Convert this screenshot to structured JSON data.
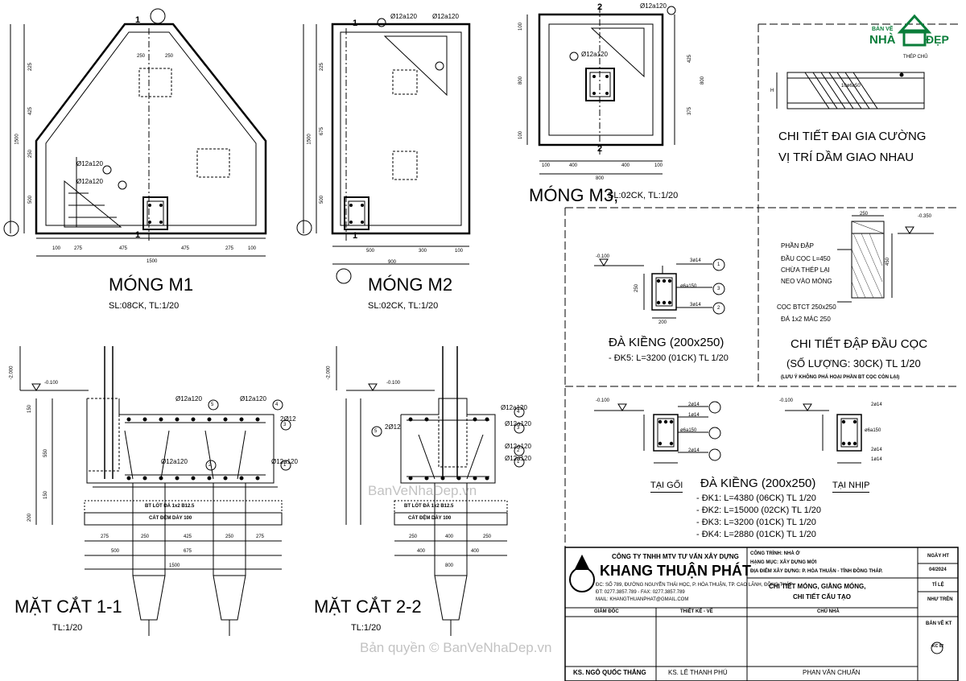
{
  "m1": {
    "title": "MÓNG M1",
    "sub": "SL:08CK, TL:1/20",
    "rebar1": "Ø12a120",
    "rebar2": "Ø12a120",
    "cut": "1",
    "dims_h": [
      "100",
      "275",
      "475",
      "475",
      "275",
      "100"
    ],
    "total": "1500",
    "dims_top": [
      "250",
      "250"
    ],
    "dims_v": [
      "225",
      "425",
      "250",
      "500"
    ],
    "total_v": "1500"
  },
  "m2": {
    "title": "MÓNG M2",
    "sub": "SL:02CK, TL:1/20",
    "rebar1": "Ø12a120",
    "rebar2": "Ø12a120",
    "cut": "1",
    "dims_h": [
      "500",
      "300",
      "100"
    ],
    "total": "900",
    "dims_v": [
      "225",
      "675",
      "500"
    ],
    "total_v": "1500"
  },
  "m3": {
    "title": "MÓNG M3,",
    "sub": "SL:02CK, TL:1/20",
    "rebar1": "Ø12a120",
    "rebar2": "Ø12a120",
    "cut": "2",
    "dims_h": [
      "100",
      "400",
      "400",
      "100"
    ],
    "total": "800",
    "dims_v_left": [
      "100",
      "800",
      "100"
    ],
    "dims_v_right": [
      "425",
      "375"
    ],
    "total_v": "800"
  },
  "gc": {
    "title1": "CHI TIẾT ĐAI GIA CƯỜNG",
    "title2": "VỊ TRÍ DẦM GIAO NHAU",
    "label1": "THÉP CHỦ",
    "label2": "10ø6a50",
    "label3": "H"
  },
  "dk5": {
    "title": "ĐÀ KIỀNG (200x250)",
    "sub": "- ĐK5: L=3200 (01CK) TL 1/20",
    "level": "-0.100",
    "r1": "3ø14",
    "r2": "ø6a150",
    "r3": "3ø14",
    "w": "200",
    "h": "250",
    "n1": "1",
    "n2": "3",
    "n3": "2"
  },
  "cdc": {
    "title": "CHI TIẾT ĐẬP ĐẦU CỌC",
    "sub1": "(SỐ LƯỢNG: 30CK) TL 1/20",
    "note": "(LƯU Ý KHÔNG PHÁ HOẠI PHẦN BT CỌC CÒN LẠI)",
    "lbl1": "PHẦN ĐẬP",
    "lbl2": "ĐẦU CỌC L=450",
    "lbl3": "CHỪA THÉP LẠI",
    "lbl4": "NEO VÀO MÓNG",
    "lbl5": "CỌC BTCT 250x250",
    "lbl6": "ĐÁ 1x2 MÁC 250",
    "level": "-0.350",
    "w": "250",
    "h": "450"
  },
  "dk": {
    "title": "ĐÀ KIỀNG (200x250)",
    "left_label": "TẠI GỐI",
    "right_label": "TẠI NHỊP",
    "items": [
      "- ĐK1: L=4380 (06CK) TL 1/20",
      "- ĐK2: L=15000 (02CK) TL 1/20",
      "- ĐK3: L=3200 (01CK) TL 1/20",
      "- ĐK4: L=2880 (01CK) TL 1/20"
    ],
    "levelL": "-0.100",
    "levelR": "-0.100",
    "rA": "2ø14",
    "rB": "1ø14",
    "rC": "ø6a150",
    "rD": "2ø14",
    "rE": "1ø14"
  },
  "s11": {
    "title": "MẶT CẮT 1-1",
    "sub": "TL:1/20",
    "level": "-0.100",
    "slab1": "BT LÓT ĐÁ 1x2 B12.5",
    "slab2": "CÁT ĐỆM DÀY 100",
    "r1": "Ø12a120",
    "r2": "Ø12a120",
    "r3": "2Ø12",
    "r4": "Ø12a120",
    "r5": "Ø12a120",
    "dims_h1": [
      "275",
      "250",
      "425",
      "250",
      "275"
    ],
    "dims_h2": [
      "500",
      "675"
    ],
    "total": "1500",
    "dims_v": [
      "150",
      "550",
      "150",
      "200"
    ],
    "n1": "5",
    "n2": "4",
    "n3": "3",
    "n4": "2",
    "n5": "1",
    "lvl_side": "-2.000"
  },
  "s22": {
    "title": "MẶT CẮT 2-2",
    "sub": "TL:1/20",
    "level": "-0.100",
    "slab1": "BT LÓT ĐÁ 1x2 B12.5",
    "slab2": "CÁT ĐỆM DÀY 100",
    "r1": "Ø12a120",
    "r2": "Ø12a120",
    "r3": "Ø12a120",
    "r4": "Ø12a120",
    "r5": "2Ø12",
    "dims_h1": [
      "250",
      "400",
      "250"
    ],
    "dims_h2": [
      "400",
      "400"
    ],
    "total": "800",
    "n1": "4",
    "n2": "3",
    "n3": "2",
    "n4": "1",
    "n5": "5",
    "lvl_side": "-2.000"
  },
  "tb": {
    "company": "CÔNG TY TNHH MTV TƯ VẤN XÂY DỰNG",
    "brand": "KHANG THUẬN PHÁT",
    "logo": "KTP",
    "addr1": "ĐC: SỐ 789, ĐƯỜNG NGUYỄN THÁI HỌC, P. HÒA THUẬN, TP. CAO LÃNH, ĐỒNG THÁP",
    "addr2": "ĐT: 0277.3857.789 - FAX: 0277.3857.789",
    "addr3": "MAIL: KHANGTHUANPHAT@GMAIL.COM",
    "proj1": "CÔNG TRÌNH: NHÀ Ở",
    "proj2": "HẠNG MỤC: XÂY DỰNG MỚI",
    "proj3": "ĐỊA ĐIỂM XÂY DỰNG: P. HÒA THUẬN - TỈNH ĐỒNG THÁP.",
    "date_label": "NGÀY HT",
    "date": "04/2024",
    "drawing1": "CHI TIẾT MÓNG, GIẰNG MÓNG,",
    "drawing2": "CHI TIẾT CẤU TẠO",
    "scale_label": "TỈ LỆ",
    "scale": "NHƯ TRÊN",
    "h1": "GIÁM ĐỐC",
    "h2": "THIẾT KẾ - VẼ",
    "h3": "CHỦ NHÀ",
    "sheet_label": "BẢN VẼ KT",
    "sheet": "KC 02",
    "n1": "KS. NGÔ QUỐC THẮNG",
    "n2": "KS. LÊ THANH PHÚ",
    "n3": "PHAN VĂN CHUẨN"
  },
  "logo_site": {
    "l1": "BẢN VẼ",
    "l2": "NHÀ",
    "l3": "ĐẸP"
  },
  "watermark": {
    "w1": "BanVeNhaDep.vn",
    "w2": "Bản quyền © BanVeNhaDep.vn"
  }
}
